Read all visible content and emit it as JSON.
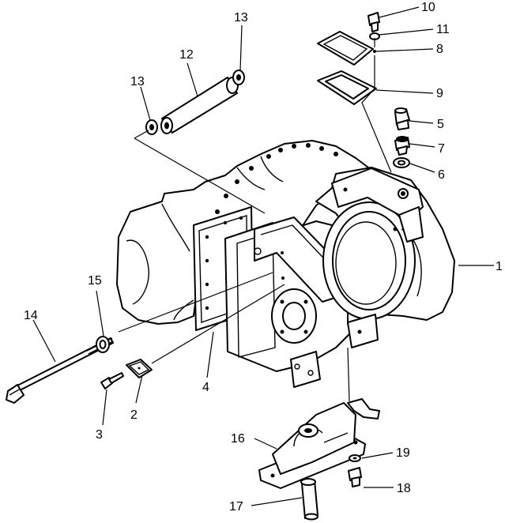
{
  "callouts": [
    {
      "id": "c1",
      "label": "1"
    },
    {
      "id": "c2",
      "label": "2"
    },
    {
      "id": "c3",
      "label": "3"
    },
    {
      "id": "c4",
      "label": "4"
    },
    {
      "id": "c5",
      "label": "5"
    },
    {
      "id": "c6",
      "label": "6"
    },
    {
      "id": "c7",
      "label": "7"
    },
    {
      "id": "c8",
      "label": "8"
    },
    {
      "id": "c9",
      "label": "9"
    },
    {
      "id": "c10",
      "label": "10"
    },
    {
      "id": "c11",
      "label": "11"
    },
    {
      "id": "c12",
      "label": "12"
    },
    {
      "id": "c13a",
      "label": "13"
    },
    {
      "id": "c13b",
      "label": "13"
    },
    {
      "id": "c14",
      "label": "14"
    },
    {
      "id": "c15",
      "label": "15"
    },
    {
      "id": "c16",
      "label": "16"
    },
    {
      "id": "c17",
      "label": "17"
    },
    {
      "id": "c18",
      "label": "18"
    },
    {
      "id": "c19",
      "label": "19"
    }
  ]
}
